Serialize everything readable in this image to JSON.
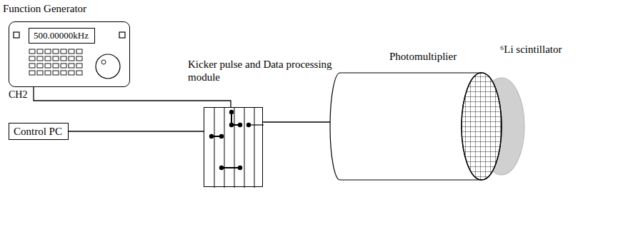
{
  "diagram": {
    "nodes": [
      {
        "text": [
          "Function Generator"
        ]
      },
      {
        "text": [
          "500.00000kHz"
        ],
        "in": 0
      },
      {
        "text": [
          "Control PC"
        ]
      },
      {
        "text": [
          "Kicker pulse and Data processing module"
        ]
      },
      {
        "text": [
          "Photomultiplier"
        ]
      }
    ],
    "edges": [
      {
        "from": 0,
        "to": 3,
        "arrow": "none"
      },
      {
        "from": 2,
        "to": 3,
        "arrow": "none"
      },
      {
        "from": 3,
        "to": 4,
        "arrow": "none"
      }
    ],
    "labels": [
      "CH2",
      "⁶Li scintillator"
    ]
  }
}
